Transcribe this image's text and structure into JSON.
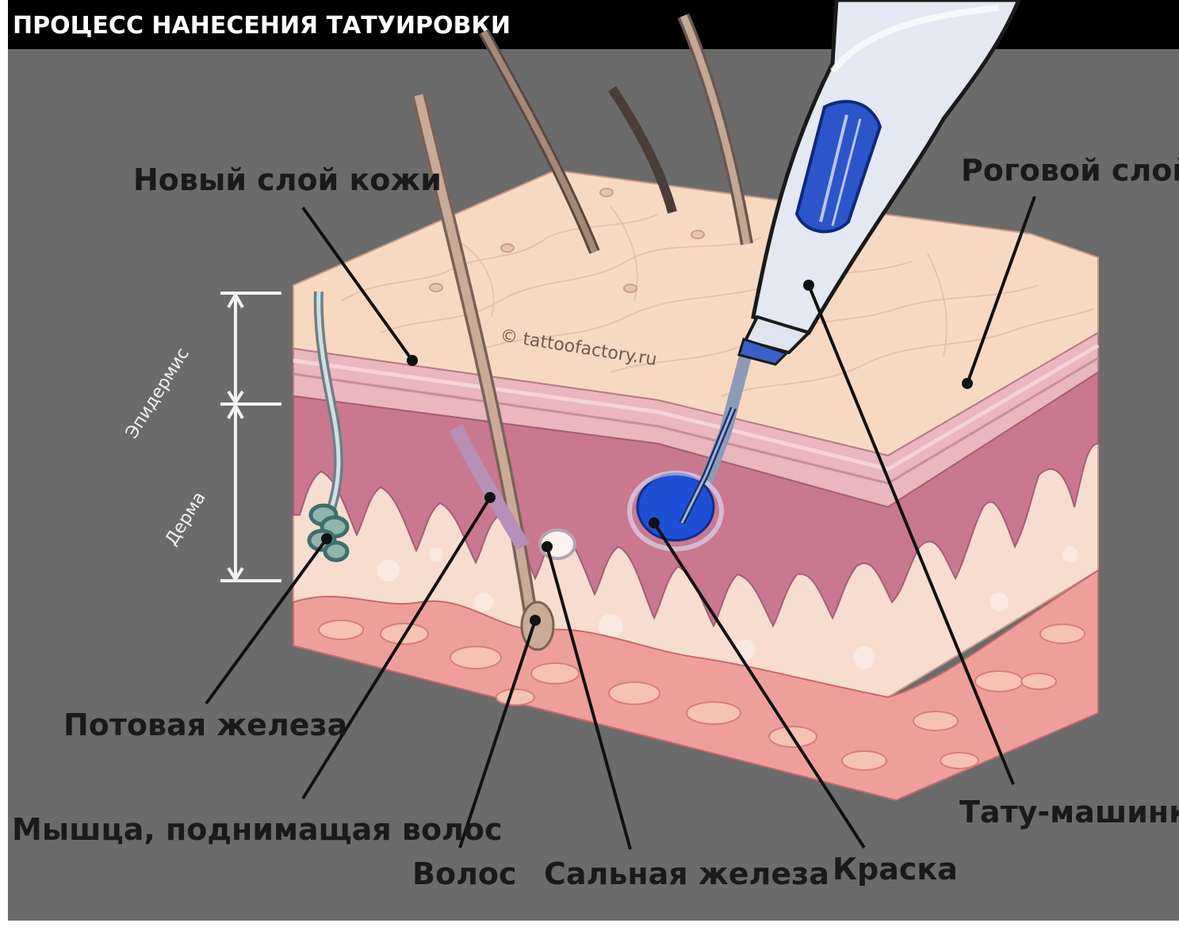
{
  "title": "ПРОЦЕСС НАНЕСЕНИЯ ТАТУИРОВКИ",
  "labels": {
    "new_skin_layer": "Новый слой кожи",
    "horny_layer": "Роговой слой",
    "sweat_gland": "Потовая железа",
    "hair_muscle": "Мышца, поднимащая волос",
    "hair": "Волос",
    "sebaceous_gland": "Сальная железа",
    "ink": "Краска",
    "tattoo_machine": "Тату-машинка"
  },
  "side_labels": {
    "epidermis": "Эпидермис",
    "dermis": "Дерма"
  },
  "watermark": "© tattoofactory.ru",
  "colors": {
    "background": "#6b6b6b",
    "title_bar": "#000000",
    "skin_top": "#f7d9c2",
    "dermis": "#f6ddd0",
    "papillae": "#c9788f",
    "subcutis": "#ef9f9b",
    "ink": "#1f4fd6",
    "machine_body": "#e4e8f2",
    "machine_grip": "#2b55c9"
  }
}
